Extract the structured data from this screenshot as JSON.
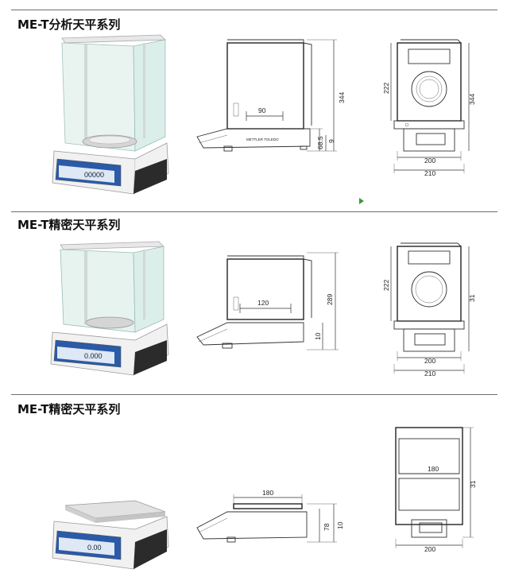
{
  "sections": [
    {
      "title": "ME-T分析天平系列",
      "screen_reading": "00000",
      "side": {
        "chamber_width": "90",
        "height": "344",
        "pan_height": "68.5",
        "foot_height": "9",
        "brand": "METTLER TOLEDO"
      },
      "front": {
        "chamber_height": "222",
        "height": "344",
        "inner_width": "200",
        "outer_width": "210"
      }
    },
    {
      "title": "ME-T精密天平系列",
      "screen_reading": "0.000",
      "side": {
        "chamber_width": "120",
        "height": "289",
        "pan_height": "10"
      },
      "front": {
        "chamber_height": "222",
        "height": "31",
        "inner_width": "200",
        "outer_width": "210"
      }
    },
    {
      "title": "ME-T精密天平系列",
      "screen_reading": "0.00",
      "side": {
        "pan_width": "180",
        "height_a": "78",
        "height_b": "10"
      },
      "front": {
        "pan_width": "180",
        "height": "31",
        "width": "200"
      }
    }
  ],
  "colors": {
    "rule": "#6d6d6d",
    "arrow": "#3a9a3a",
    "screen": "#2a5aa8"
  },
  "icons": [
    "arrow-right-icon"
  ]
}
